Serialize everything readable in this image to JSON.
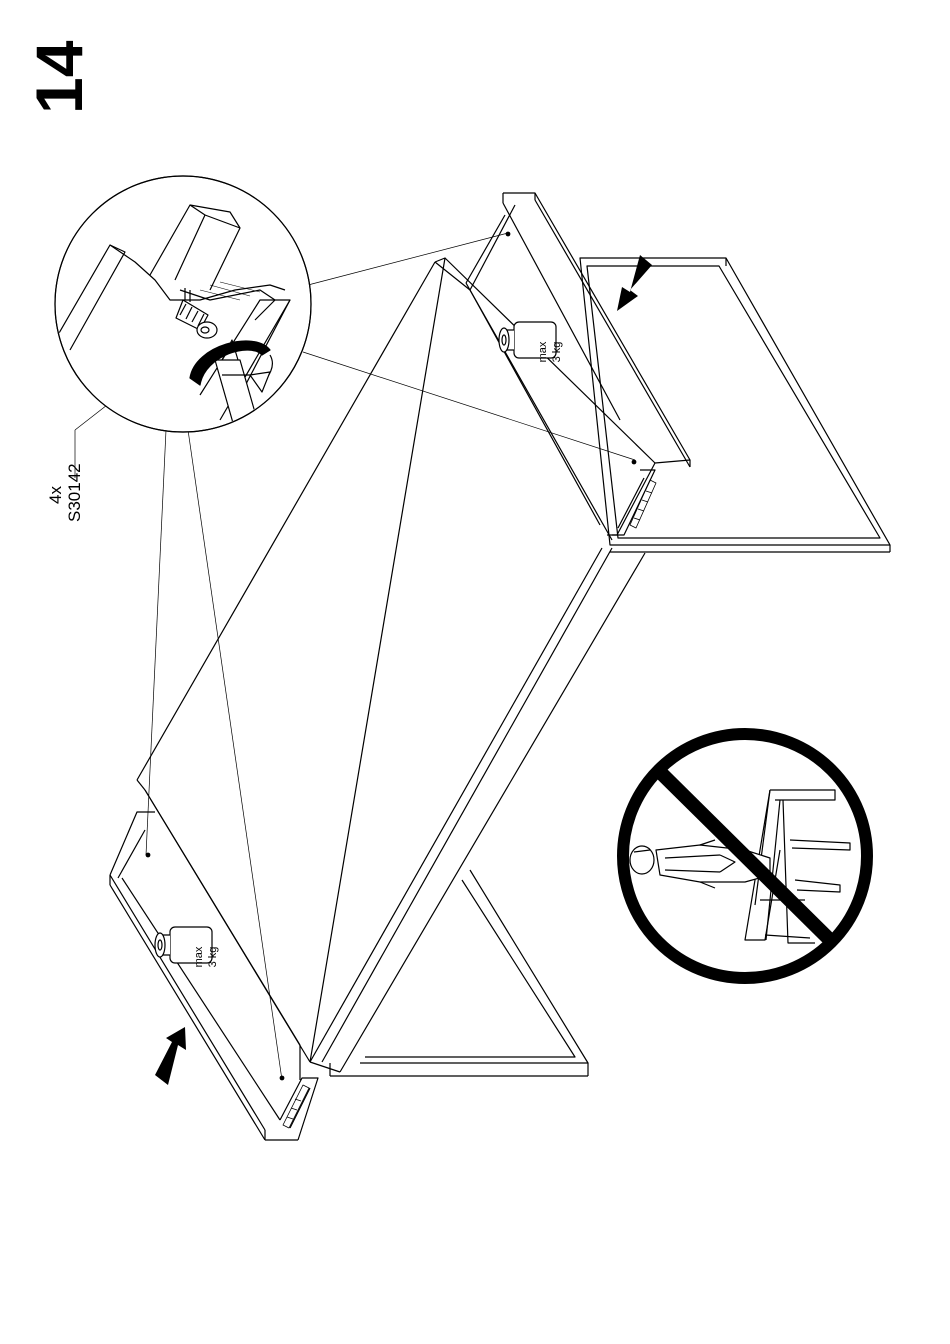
{
  "step_number": "14",
  "hardware": {
    "quantity": "4x",
    "part_number": "S30142"
  },
  "weight_limit": {
    "line1": "max",
    "line2": "3 kg"
  },
  "icons": [
    "push-arrow-icon",
    "weight-icon",
    "screwdriver-icon",
    "prohibited-sign-icon"
  ]
}
